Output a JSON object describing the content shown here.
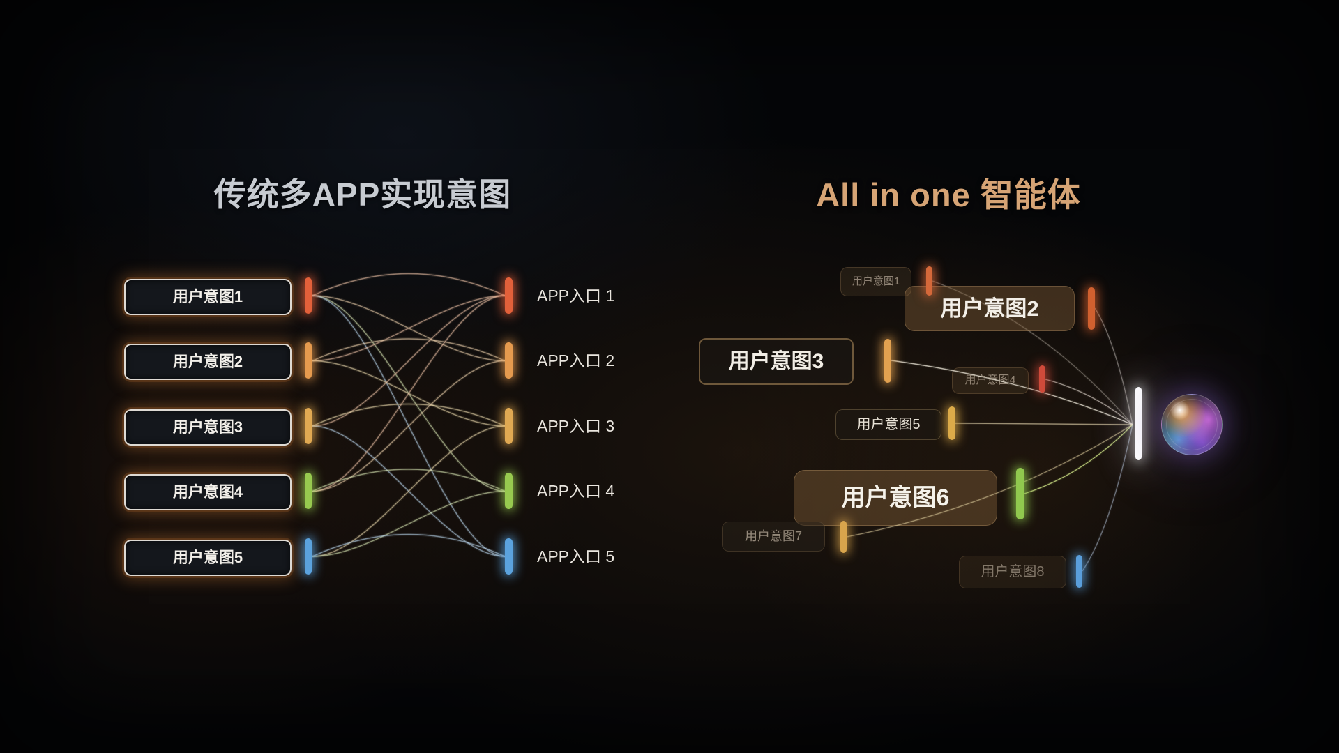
{
  "left_panel": {
    "title": "传统多APP实现意图",
    "intents": [
      {
        "label": "用户意图1",
        "color": "#e2603a"
      },
      {
        "label": "用户意图2",
        "color": "#e59a4e"
      },
      {
        "label": "用户意图3",
        "color": "#e0a952"
      },
      {
        "label": "用户意图4",
        "color": "#97c94f"
      },
      {
        "label": "用户意图5",
        "color": "#5ba2dd"
      }
    ],
    "entries": [
      {
        "label": "APP入口 1",
        "color": "#e2603a"
      },
      {
        "label": "APP入口 2",
        "color": "#e59a4e"
      },
      {
        "label": "APP入口 3",
        "color": "#e0a952"
      },
      {
        "label": "APP入口 4",
        "color": "#97c94f"
      },
      {
        "label": "APP入口 5",
        "color": "#5ba2dd"
      }
    ],
    "edges": [
      [
        0,
        0
      ],
      [
        0,
        1
      ],
      [
        0,
        3
      ],
      [
        0,
        4
      ],
      [
        1,
        0
      ],
      [
        1,
        1
      ],
      [
        1,
        2
      ],
      [
        2,
        0
      ],
      [
        2,
        2
      ],
      [
        2,
        4
      ],
      [
        3,
        0
      ],
      [
        3,
        1
      ],
      [
        3,
        3
      ],
      [
        4,
        2
      ],
      [
        4,
        3
      ],
      [
        4,
        4
      ]
    ],
    "edge_tints": [
      "#eec2a8",
      "#f0d4ae",
      "#eedcb0",
      "#daeab6",
      "#bcd8f0"
    ]
  },
  "right_panel": {
    "title": "All in one 智能体",
    "intents": [
      {
        "label": "用户意图1",
        "color": "#d4683a"
      },
      {
        "label": "用户意图2",
        "color": "#d0602f"
      },
      {
        "label": "用户意图3",
        "color": "#e2a150"
      },
      {
        "label": "用户意图4",
        "color": "#cf4a3a"
      },
      {
        "label": "用户意图5",
        "color": "#dcab49"
      },
      {
        "label": "用户意图6",
        "color": "#90c84e"
      },
      {
        "label": "用户意图7",
        "color": "#d8a44c"
      },
      {
        "label": "用户意图8",
        "color": "#5a9edb"
      }
    ],
    "hub": {
      "bar_color": "#ffffff",
      "orb_colors": {
        "orange": "#e09a4e",
        "magenta": "#c566d6",
        "violet": "#8a5ae0",
        "cyan": "#58b6d8"
      }
    }
  }
}
